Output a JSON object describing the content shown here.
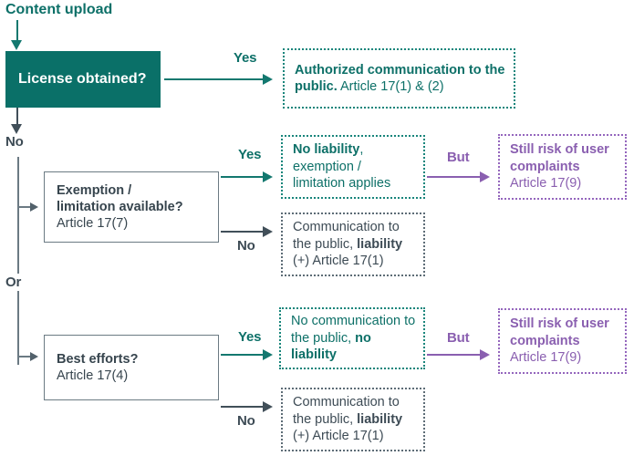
{
  "diagram": {
    "entry_label": "Content upload",
    "nodes": {
      "license": {
        "title": "License obtained?"
      },
      "exemption": {
        "title": "Exemption /\nlimitation available?",
        "reference": "Article 17(7)"
      },
      "best_efforts": {
        "title": "Best efforts?",
        "reference": "Article 17(4)"
      }
    },
    "outcomes": {
      "authorized": {
        "bold": "Authorized communication to the public.",
        "normal": " Article 17(1) & (2)"
      },
      "no_liability_exemption": {
        "bold": "No liability",
        "normal": ", exemption / limitation applies"
      },
      "liability_top": {
        "pre": "Communication to the public, ",
        "bold": "liability",
        "post": " (+) Article 17(1)"
      },
      "no_communication": {
        "pre": "No communication to the public, ",
        "bold": "no liability"
      },
      "liability_bottom": {
        "pre": "Communication to the public, ",
        "bold": "liability",
        "post": " (+) Article 17(1)"
      },
      "user_complaints_top": {
        "bold": "Still risk of user complaints",
        "normal": " Article 17(9)"
      },
      "user_complaints_bottom": {
        "bold": "Still risk of user complaints",
        "normal": " Article 17(9)"
      }
    },
    "edges": {
      "yes_license": "Yes",
      "no_license": "No",
      "or_branch": "Or",
      "yes_exemption": "Yes",
      "no_exemption": "No",
      "but_exemption": "But",
      "yes_best_efforts": "Yes",
      "no_best_efforts": "No",
      "but_best_efforts": "But"
    },
    "colors": {
      "teal": "#0d7068",
      "teal_fill": "#0a7068",
      "gray": "#3d4b55",
      "purple": "#8a5fb0",
      "background": "#ffffff"
    }
  }
}
